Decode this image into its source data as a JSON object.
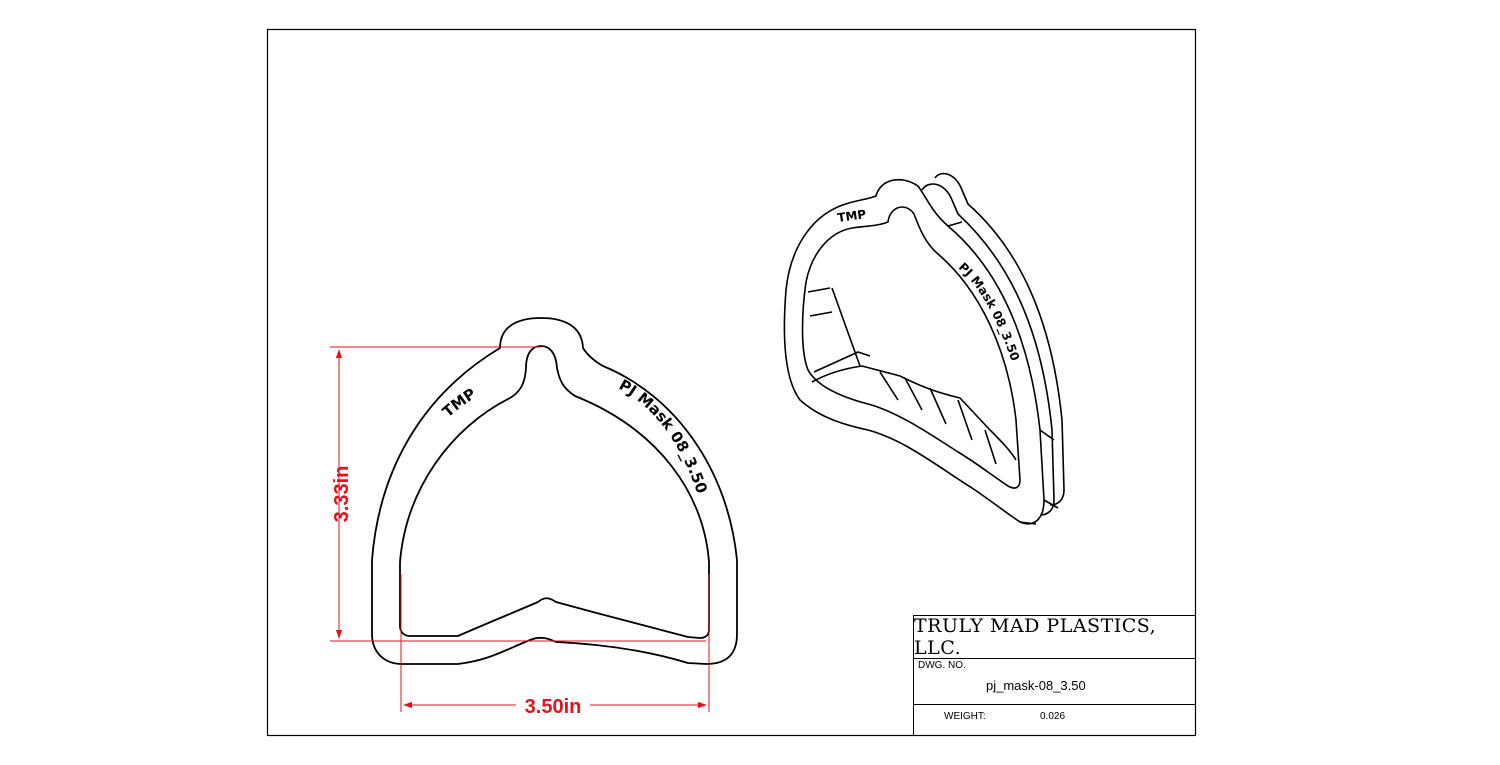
{
  "drawing": {
    "front_view": {
      "emboss_left": "TMP",
      "emboss_right": "PJ Mask 08_3.50"
    },
    "iso_view": {
      "emboss_left": "TMP",
      "emboss_right": "PJ Mask 08_3.50"
    },
    "dimensions": {
      "height_label": "3.33in",
      "width_label": "3.50in",
      "color": "#e3121b"
    }
  },
  "title_block": {
    "company": "TRULY MAD PLASTICS, LLC.",
    "dwg_no_label": "DWG.  NO.",
    "dwg_no_value": "pj_mask-08_3.50",
    "weight_label": "WEIGHT:",
    "weight_value": "0.026"
  }
}
